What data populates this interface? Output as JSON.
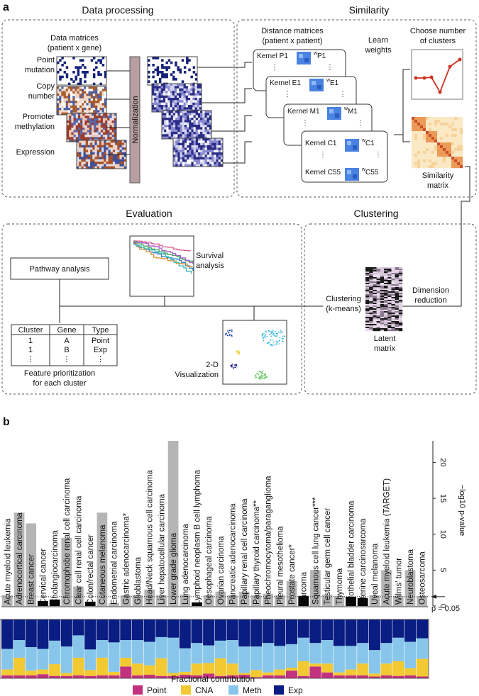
{
  "panel_a": {
    "letter": "a",
    "data_processing": {
      "title": "Data processing",
      "matrices_label_1": "Data matrices",
      "matrices_label_2": "(patient x gene)",
      "rows": [
        "Point\nmutation",
        "Copy\nnumber",
        "Promoter\nmethylation",
        "Expression"
      ],
      "normalization": "Normalization"
    },
    "similarity": {
      "title": "Similarity",
      "distance_label_1": "Distance matrices",
      "distance_label_2": "(patient x patient)",
      "learn_1": "Learn",
      "learn_2": "weights",
      "choose_1": "Choose number",
      "choose_2": "of clusters",
      "kernels": [
        {
          "name": "Kernel P1",
          "w": "P1"
        },
        {
          "name": "Kernel E1",
          "w": "E1"
        },
        {
          "name": "Kernel M1",
          "w": "M1"
        },
        {
          "name": "Kernel C1",
          "w": "C1"
        },
        {
          "name": "Kernel C55",
          "w": "C55"
        }
      ],
      "w_symbol": "w",
      "similarity_1": "Similarity",
      "similarity_2": "matrix"
    },
    "evaluation": {
      "title": "Evaluation",
      "pathway": "Pathway analysis",
      "survival_1": "Survival",
      "survival_2": "analysis",
      "table": {
        "headers": [
          "Cluster",
          "Gene",
          "Type"
        ],
        "rows": [
          [
            "1",
            "A",
            "Point"
          ],
          [
            "1",
            "B",
            "Exp"
          ],
          [
            "⋮",
            "⋮",
            "⋮"
          ]
        ]
      },
      "feature_1": "Feature prioritization",
      "feature_2": "for each cluster",
      "viz_1": "2-D",
      "viz_2": "Visualization"
    },
    "clustering": {
      "title": "Clustering",
      "clust_1": "Clustering",
      "clust_2": "(k-means)",
      "dim_1": "Dimension",
      "dim_2": "reduction",
      "latent_1": "Latent",
      "latent_2": "matrix"
    }
  },
  "panel_b": {
    "letter": "b",
    "y_axis_label": "−log10 p-value",
    "y_ticks": [
      "0",
      "5",
      "10",
      "15",
      "20"
    ],
    "threshold_label": "p = 0.05",
    "legend_title": "Fractional contribution",
    "legend": [
      {
        "name": "Point",
        "color": "#c3327e"
      },
      {
        "name": "CNA",
        "color": "#f2c933"
      },
      {
        "name": "Meth",
        "color": "#87c6ea"
      },
      {
        "name": "Exp",
        "color": "#0a1d82"
      }
    ]
  },
  "chart_data": {
    "type": "bar",
    "ylabel": "−log10 p-value",
    "ylim": [
      0,
      23
    ],
    "threshold": 1.3,
    "categories": [
      "Acute myeloid leukemia",
      "Adrenocortical carcinoma",
      "Breast cancer",
      "Cervical cancer",
      "Cholangiocarcinoma",
      "Chromophobe renal cell carcinoma",
      "Clear cell renal cell carcinoma",
      "Colon/rectal cancer",
      "Cutaneous melanoma",
      "Endometrial carcinoma",
      "Gastric adenocarcinoma*",
      "Glioblastoma",
      "Head/Neck squamous cell carcinoma",
      "Liver hepatocellular carcinoma",
      "Lower grade glioma",
      "Lung adenocarcinoma",
      "Lymphoid neoplasm B cell lymphoma",
      "Oesophageal carcinoma",
      "Ovarian carcinoma",
      "Pancreatic adenocarcinoma",
      "Papillary renal cell carcinoma",
      "Papillary thyroid carcinoma**",
      "Pheochromocytoma/paraganglioma",
      "Pleural mesothelioma",
      "Prostate cancer*",
      "Sarcoma",
      "Squamous cell lung cancer***",
      "Testicular germ cell cancer",
      "Thymoma",
      "Urothelial bladder carcinoma",
      "Uterine carcinosarcoma",
      "Uveal melanoma",
      "Acute myeloid leukemia (TARGET)",
      "Wilms' tumor",
      "Neuroblastoma",
      "Osteosarcoma"
    ],
    "values": [
      1.5,
      13.0,
      11.5,
      0.7,
      0.9,
      9.5,
      2.7,
      0.6,
      13.0,
      0.4,
      1.5,
      1.5,
      2.3,
      1.5,
      23.0,
      1.6,
      0.5,
      1.5,
      2.0,
      1.5,
      2.0,
      1.5,
      1.7,
      1.5,
      3.5,
      1.4,
      5.0,
      1.6,
      1.4,
      1.3,
      1.1,
      1.5,
      5.0,
      1.4,
      5.0,
      1.4
    ],
    "significant": [
      false,
      false,
      false,
      true,
      true,
      false,
      false,
      true,
      false,
      false,
      false,
      false,
      false,
      false,
      false,
      false,
      true,
      false,
      false,
      false,
      false,
      false,
      false,
      false,
      false,
      true,
      false,
      false,
      false,
      true,
      true,
      false,
      false,
      false,
      false,
      false
    ],
    "series": [
      {
        "name": "Point",
        "values": [
          0.05,
          0.05,
          0.05,
          0.07,
          0.04,
          0.04,
          0.05,
          0.04,
          0.05,
          0.05,
          0.2,
          0.05,
          0.06,
          0.04,
          0.04,
          0.06,
          0.05,
          0.08,
          0.04,
          0.05,
          0.06,
          0.02,
          0.05,
          0.05,
          0.13,
          0.04,
          0.2,
          0.1,
          0.05,
          0.05,
          0.05,
          0.03,
          0.05,
          0.04,
          0.05,
          0.03
        ]
      },
      {
        "name": "CNA",
        "values": [
          0.1,
          0.3,
          0.08,
          0.08,
          0.2,
          0.05,
          0.3,
          0.1,
          0.3,
          0.06,
          0.15,
          0.2,
          0.16,
          0.3,
          0.05,
          0.05,
          0.2,
          0.18,
          0.3,
          0.2,
          0.03,
          0.12,
          0.05,
          0.1,
          0.05,
          0.25,
          0.05,
          0.15,
          0.05,
          0.1,
          0.2,
          0.05,
          0.2,
          0.25,
          0.12,
          0.3
        ]
      },
      {
        "name": "Meth",
        "values": [
          0.35,
          0.3,
          0.4,
          0.35,
          0.4,
          0.45,
          0.38,
          0.35,
          0.3,
          0.5,
          0.3,
          0.4,
          0.4,
          0.36,
          0.6,
          0.4,
          0.35,
          0.3,
          0.3,
          0.4,
          0.45,
          0.4,
          0.5,
          0.4,
          0.4,
          0.4,
          0.35,
          0.4,
          0.45,
          0.4,
          0.35,
          0.4,
          0.35,
          0.4,
          0.45,
          0.35
        ]
      },
      {
        "name": "Exp",
        "values": [
          0.5,
          0.35,
          0.47,
          0.5,
          0.36,
          0.46,
          0.27,
          0.51,
          0.35,
          0.39,
          0.35,
          0.35,
          0.38,
          0.3,
          0.31,
          0.49,
          0.4,
          0.44,
          0.36,
          0.35,
          0.46,
          0.46,
          0.4,
          0.45,
          0.42,
          0.31,
          0.4,
          0.35,
          0.45,
          0.45,
          0.4,
          0.52,
          0.4,
          0.31,
          0.38,
          0.32
        ]
      }
    ]
  }
}
